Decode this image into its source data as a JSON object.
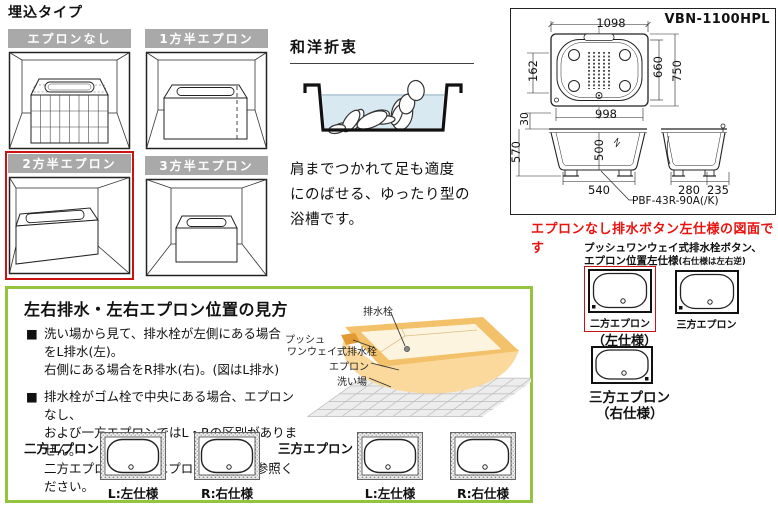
{
  "page": {
    "title": "埋込タイプ"
  },
  "embedded_types": {
    "items": [
      {
        "label": "エプロンなし"
      },
      {
        "label": "1方半エプロン"
      },
      {
        "label": "2方半エプロン"
      },
      {
        "label": "3方半エプロン"
      }
    ]
  },
  "bathing_style": {
    "title": "和洋折衷",
    "description": "肩までつかれて足も適度\nにのばせる、ゆったり型の\n浴槽です。"
  },
  "drawing": {
    "model": "VBN-1100HPL",
    "caption": "エプロンなし排水ボタン左仕様の図面です",
    "part_code": "PBF-43R-90A(/K)",
    "dimensions": {
      "top_width": "1098",
      "left_offset": "162",
      "inner_length": "660",
      "outer_length": "750",
      "bottom_width": "998",
      "rim_gap": "30",
      "tub_height": "570",
      "inner_depth": "500",
      "base_width": "540",
      "end_base_width": "280",
      "end_width": "235"
    }
  },
  "drain_panel": {
    "heading_line1": "プッシュワンウェイ式排水栓ボタン、",
    "heading_line2": "エプロン位置左仕様",
    "heading_note": "(右仕様は左右逆)",
    "pair": [
      {
        "label": "二方エプロン"
      },
      {
        "label": "三方エプロン"
      }
    ],
    "pair_sub": "（左仕様）",
    "third": {
      "label": "三方エプロン",
      "sub": "（右仕様）"
    }
  },
  "guide": {
    "title": "左右排水・左右エプロン位置の見方",
    "bullet_marker": "■",
    "bullets": [
      {
        "text": "洗い場から見て、排水栓が左側にある場合\nをL排水(左)。\n右側にある場合をR排水(右)。(図はL排水)"
      },
      {
        "text": "排水栓がゴム栓で中央にある場合、エプロンなし、\nおよび一方エプロンではL・Rの区別がありません。\n二方エプロン、三方エプロンは下図を参照ください。"
      }
    ],
    "illustration_labels": {
      "drain": "排水栓",
      "push_line1": "プッシュ",
      "push_line2": "ワンウェイ式排水栓",
      "apron": "エプロン",
      "washing_area": "洗い場"
    },
    "bottom": {
      "groups": [
        {
          "label": "二方エプロン",
          "items": [
            {
              "label": "L:左仕様"
            },
            {
              "label": "R:右仕様"
            }
          ]
        },
        {
          "label": "三方エプロン",
          "items": [
            {
              "label": "L:左仕様"
            },
            {
              "label": "R:右仕様"
            }
          ]
        }
      ]
    }
  },
  "colors": {
    "highlight_red": "#cc1111",
    "caption_red": "#e8130f",
    "banner_gray": "#a9a9a9",
    "guide_border_green": "#94c43e",
    "tub_orange": "#f3c169",
    "water_blue": "#d9e9f2"
  }
}
